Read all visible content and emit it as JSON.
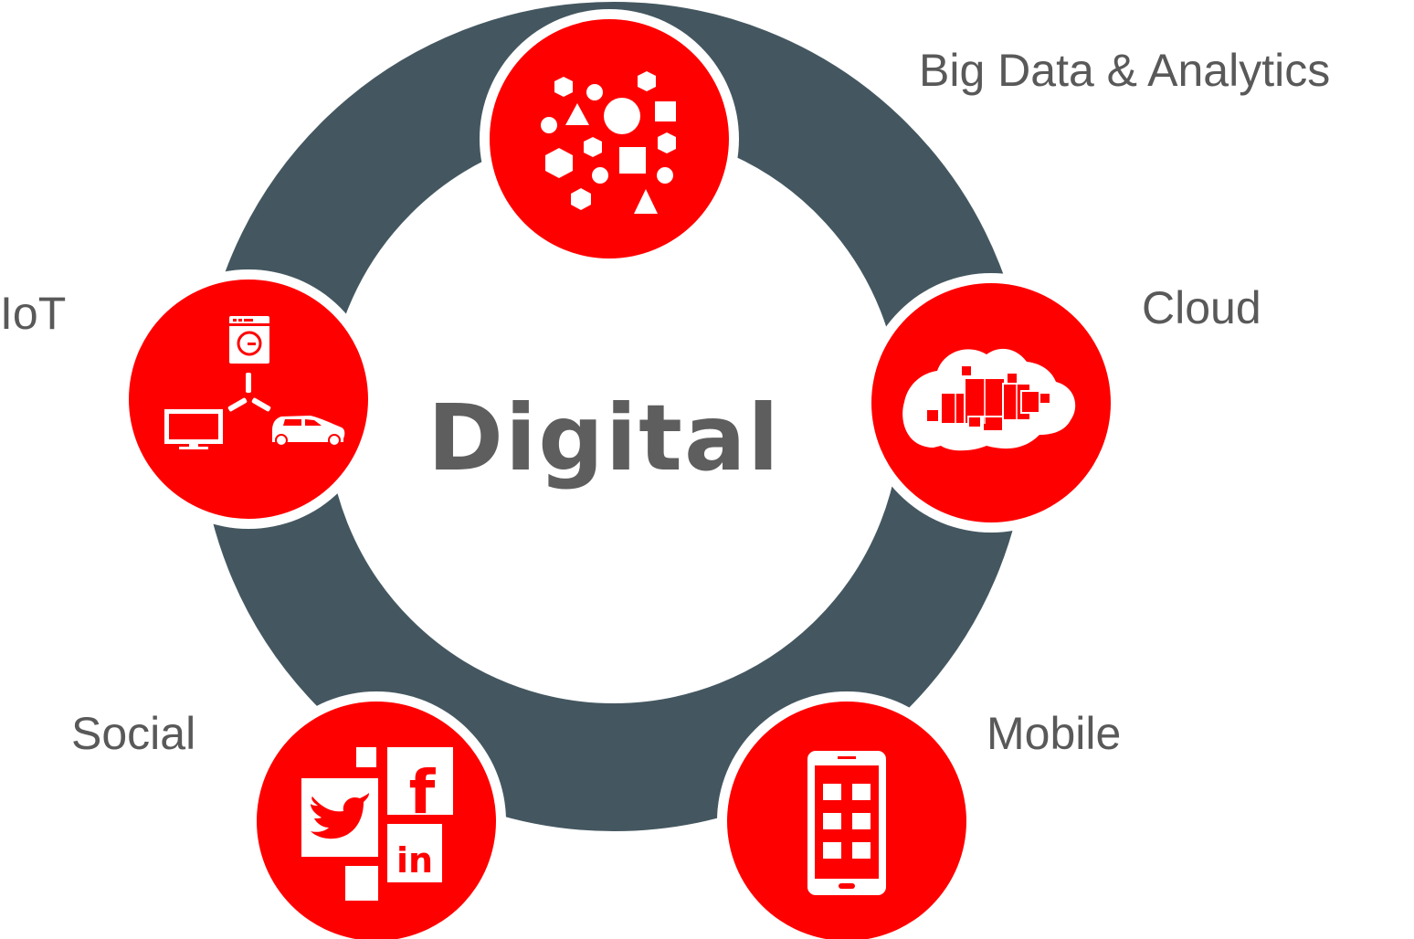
{
  "center": {
    "title": "Digital"
  },
  "nodes": [
    {
      "id": "big-data",
      "label": "Big Data & Analytics",
      "icon": "big-data-icon"
    },
    {
      "id": "cloud",
      "label": "Cloud",
      "icon": "cloud-icon"
    },
    {
      "id": "mobile",
      "label": "Mobile",
      "icon": "mobile-icon"
    },
    {
      "id": "social",
      "label": "Social",
      "icon": "social-icon",
      "badges": [
        "f",
        "in"
      ]
    },
    {
      "id": "iot",
      "label": "IoT",
      "icon": "iot-icon"
    }
  ],
  "colors": {
    "ring": "#445760",
    "node": "#ff0000",
    "node_border": "#ffffff",
    "label": "#595959",
    "center_text": "#5e5e5e"
  }
}
